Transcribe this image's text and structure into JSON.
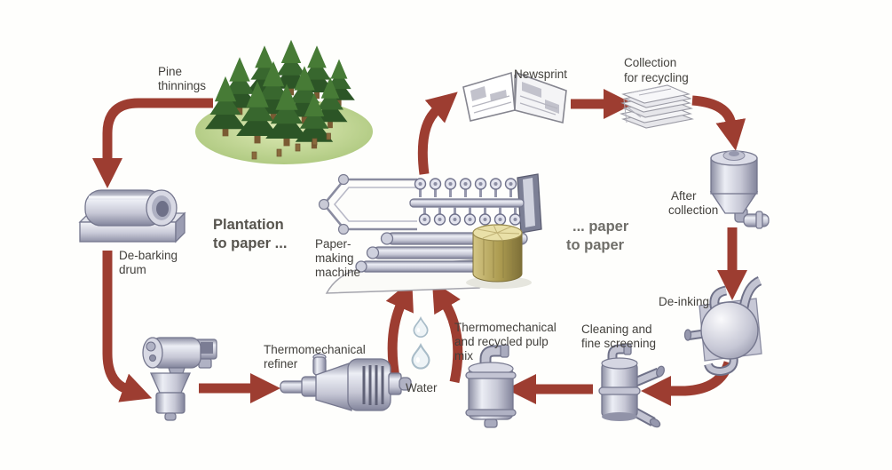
{
  "diagram": {
    "captions": {
      "plantation_line1": "Plantation",
      "plantation_line2": "to paper ...",
      "paper_line1": "... paper",
      "paper_line2": "to paper"
    },
    "labels": {
      "pine_line1": "Pine",
      "pine_line2": "thinnings",
      "debark_line1": "De-barking",
      "debark_line2": "drum",
      "refiner_line1": "Thermomechanical",
      "refiner_line2": "refiner",
      "water": "Water",
      "papermachine_line1": "Paper-",
      "papermachine_line2": "making",
      "papermachine_line3": "machine",
      "newsprint": "Newsprint",
      "collection_line1": "Collection",
      "collection_line2": "for recycling",
      "after_line1": "After",
      "after_line2": "collection",
      "deinking": "De-inking",
      "cleaning_line1": "Cleaning and",
      "cleaning_line2": "fine screening",
      "pulp_line1": "Thermomechanical",
      "pulp_line2": "and recycled pulp",
      "pulp_line3": "mix"
    },
    "flow_plantation_to_paper": [
      "Pine thinnings",
      "De-barking drum",
      "Chipper",
      "Thermomechanical refiner",
      "Paper-making machine",
      "Newsprint"
    ],
    "flow_paper_to_paper": [
      "Newsprint",
      "Collection for recycling",
      "After collection",
      "De-inking",
      "Cleaning and fine screening",
      "Thermomechanical and recycled pulp mix",
      "Paper-making machine"
    ],
    "colors": {
      "arrow": "#9d3d31",
      "label_text": "#43413d",
      "caption_text": "#6f6e69",
      "tree_green": "#38672e",
      "metal": "#b9bac9",
      "paper_roll": "#ac9b50",
      "water_outline": "#a8bcc8"
    }
  }
}
